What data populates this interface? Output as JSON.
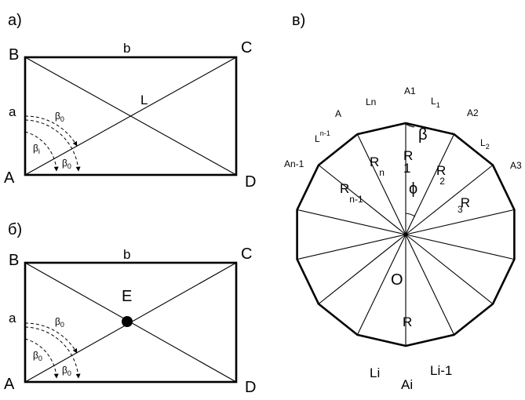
{
  "panel_a": {
    "label": "а)",
    "vertices": {
      "B": "B",
      "C": "C",
      "A": "A",
      "D": "D"
    },
    "side_a": "a",
    "side_b": "b",
    "diag": "L",
    "angle_top": "β",
    "angle_top_sub": "0",
    "angle_mid": "β",
    "angle_mid_sub": "i",
    "angle_low": "β",
    "angle_low_sub": "0"
  },
  "panel_b": {
    "label": "б)",
    "vertices": {
      "B": "B",
      "C": "C",
      "A": "A",
      "D": "D"
    },
    "side_a": "a",
    "side_b": "b",
    "center": "E",
    "angle_top": "β",
    "angle_top_sub": "0",
    "angle_mid": "β",
    "angle_mid_sub": "0",
    "angle_low": "β",
    "angle_low_sub": "0"
  },
  "panel_v": {
    "label": "в)",
    "center": "O",
    "beta": "β",
    "phi": "ϕ",
    "vertices": {
      "A1": "A1",
      "A2": "A2",
      "A3": "A3",
      "A": "A",
      "An1": "An-1",
      "Ai": "Ai"
    },
    "sides": {
      "Ln": "Ln",
      "L1": "L",
      "L1_sub": "1",
      "L2": "L",
      "L2_sub": "2",
      "Ln1": "L",
      "Ln1_sup": "n-1",
      "Li": "Li",
      "Li1": "Li-1"
    },
    "radii": {
      "R1": "R",
      "R1_sub": "1",
      "R2": "R",
      "R2_sub": "2",
      "R3": "R",
      "R3_sub": "3",
      "Rn": "R",
      "Rn_sub": "n",
      "Rn1": "R",
      "Rn1_sub": "n-1",
      "Ri": "R"
    }
  }
}
